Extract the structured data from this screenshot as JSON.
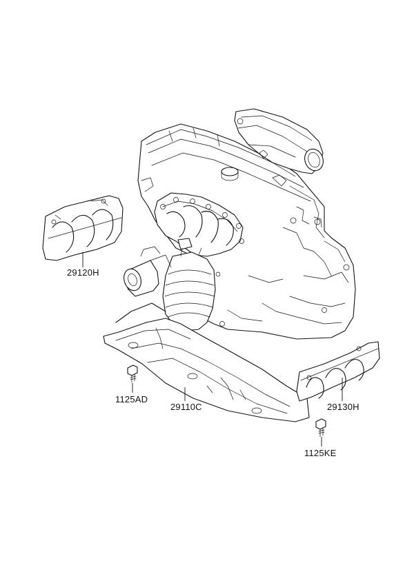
{
  "parts": [
    {
      "id": "heat-protector-upper-left",
      "label": "29120H"
    },
    {
      "id": "under-cover",
      "label": "29110C"
    },
    {
      "id": "heat-protector-right",
      "label": "29130H"
    },
    {
      "id": "bolt-left",
      "label": "1125AD"
    },
    {
      "id": "bolt-right",
      "label": "1125KE"
    }
  ]
}
